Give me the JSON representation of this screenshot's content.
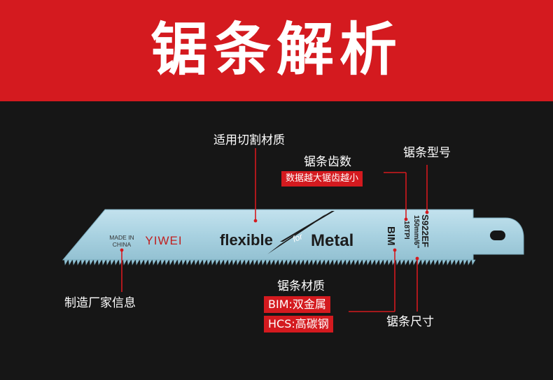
{
  "header": {
    "title": "锯条解析"
  },
  "blade": {
    "made_in_line1": "MADE IN",
    "made_in_line2": "CHINA",
    "brand": "YIWEI",
    "slogan_flexible": "flexible",
    "slogan_for": "for",
    "slogan_metal": "Metal",
    "model": "S922EF",
    "size": "150mm/6\"",
    "tpi": "18TPI",
    "material_code": "BIM"
  },
  "callouts": {
    "cutting_material": "适用切割材质",
    "tooth_count": "锯条齿数",
    "tooth_note": "数据越大锯齿越小",
    "model_label": "锯条型号",
    "manufacturer": "制造厂家信息",
    "material_title": "锯条材质",
    "bim_desc": "BIM:双金属",
    "hcs_desc": "HCS:高碳钢",
    "size_label": "锯条尺寸"
  },
  "colors": {
    "header_red": "#d41a1f",
    "background": "#161616",
    "blade_blue": "#a9d2e1"
  }
}
